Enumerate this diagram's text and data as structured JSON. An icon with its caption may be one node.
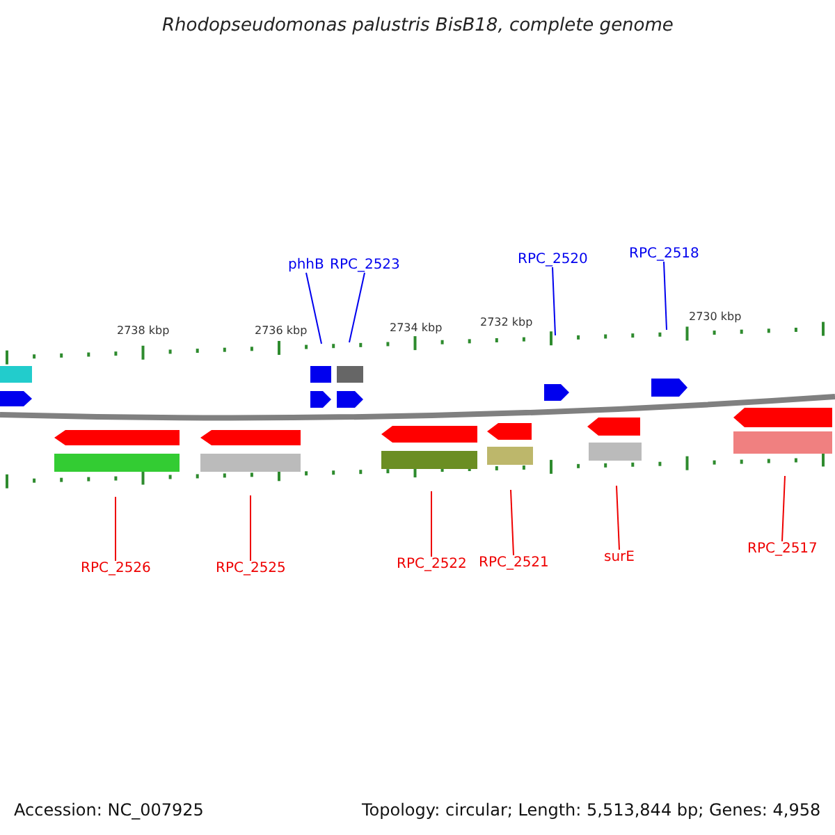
{
  "diagram": {
    "title": "Rhodopseudomonas palustris BisB18, complete genome",
    "nodes": [
      {
        "text": [
          "phhB"
        ]
      },
      {
        "text": [
          "RPC_2523"
        ]
      },
      {
        "text": [
          "RPC_2520"
        ]
      },
      {
        "text": [
          "RPC_2518"
        ]
      },
      {
        "text": [
          "RPC_2526"
        ]
      },
      {
        "text": [
          "RPC_2525"
        ]
      },
      {
        "text": [
          "RPC_2522"
        ]
      },
      {
        "text": [
          "RPC_2521"
        ]
      },
      {
        "text": [
          "surE"
        ]
      },
      {
        "text": [
          "RPC_2517"
        ]
      }
    ],
    "edges": [
      {
        "from": 0,
        "to": null,
        "arrow": "none",
        "color": "#0000ee"
      },
      {
        "from": 1,
        "to": null,
        "arrow": "none",
        "color": "#0000ee"
      },
      {
        "from": 2,
        "to": null,
        "arrow": "none",
        "color": "#0000ee"
      },
      {
        "from": 3,
        "to": null,
        "arrow": "none",
        "color": "#0000ee"
      },
      {
        "from": 4,
        "to": null,
        "arrow": "none"
      },
      {
        "from": 5,
        "to": null,
        "arrow": "none"
      },
      {
        "from": 6,
        "to": null,
        "arrow": "none"
      },
      {
        "from": 7,
        "to": null,
        "arrow": "none"
      },
      {
        "from": 8,
        "to": null,
        "arrow": "none"
      },
      {
        "from": 9,
        "to": null,
        "arrow": "none"
      }
    ],
    "labels": [
      "2738 kbp",
      "2736 kbp",
      "2734 kbp",
      "2732 kbp",
      "2730 kbp",
      "Accession: NC_007925",
      "Topology: circular; Length: 5,513,844 bp; Genes: 4,958"
    ]
  }
}
